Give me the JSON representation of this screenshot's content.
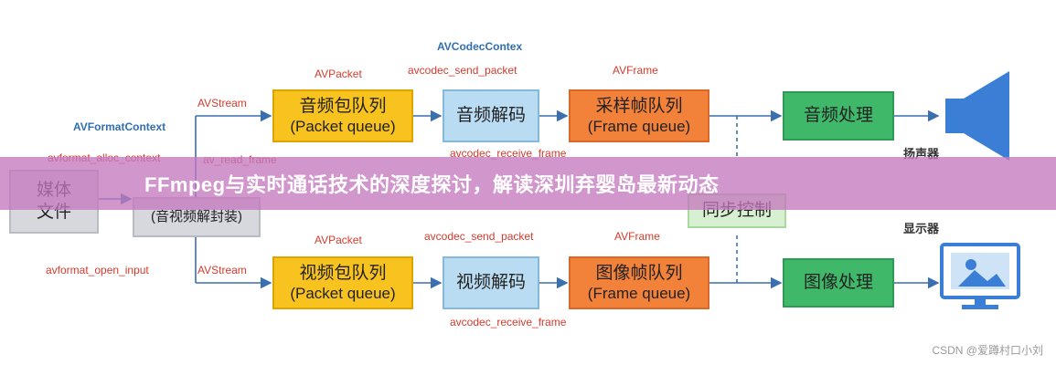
{
  "title": "AVCodecContex",
  "banner": "FFmpeg与实时通话技术的深度探讨，解读深圳弃婴岛最新动态",
  "watermark": "CSDN @爱蹲村口小刘",
  "source": {
    "box_line1": "媒体",
    "box_line2": "文件",
    "label_top": "AVFormatContext",
    "label_call": "avformat_alloc_context"
  },
  "demux": {
    "label_read": "av_read_frame",
    "box_line2": "(音视频解封装)",
    "label_open": "avformat_open_input"
  },
  "audio": {
    "stream_label": "AVStream",
    "packet_label": "AVPacket",
    "packet_box_line1": "音频包队列",
    "packet_box_line2": "(Packet queue)",
    "send_label": "avcodec_send_packet",
    "decode_box": "音频解码",
    "receive_label": "avcodec_receive_frame",
    "frame_label": "AVFrame",
    "frame_box_line1": "采样帧队列",
    "frame_box_line2": "(Frame queue)",
    "process_box": "音频处理",
    "output_label": "扬声器"
  },
  "video": {
    "stream_label": "AVStream",
    "packet_label": "AVPacket",
    "packet_box_line1": "视频包队列",
    "packet_box_line2": "(Packet queue)",
    "send_label": "avcodec_send_packet",
    "decode_box": "视频解码",
    "receive_label": "avcodec_receive_frame",
    "frame_label": "AVFrame",
    "frame_box_line1": "图像帧队列",
    "frame_box_line2": "(Frame queue)",
    "process_box": "图像处理",
    "output_label": "显示器"
  },
  "sync": {
    "box": "同步控制"
  },
  "colors": {
    "packet_queue": "#f9c31f",
    "decoder": "#b9dcf2",
    "frame_queue": "#f2813a",
    "processor": "#3fb86a",
    "sync": "#d8f0d2",
    "source": "#d6d8de",
    "api_label": "#d63a2c",
    "context_label": "#2f6fb3",
    "icon_blue": "#3a7fd5"
  }
}
